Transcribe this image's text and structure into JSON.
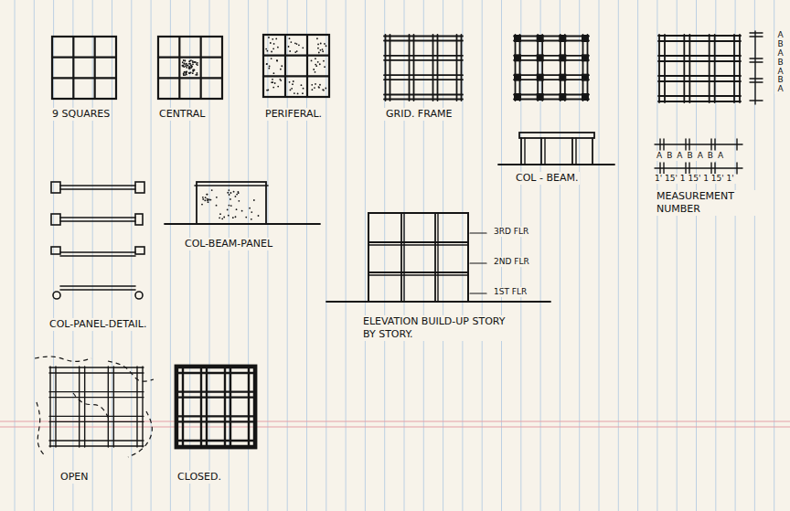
{
  "diagram": {
    "labels": [
      "9 SQUARES",
      "CENTRAL",
      "PERIFERAL.",
      "GRID. FRAME",
      "ABABABA",
      "COL - BEAM.",
      "ABABABA",
      "1' 15' 1 15' 1 15' 1'",
      "MEASUREMENT NUMBER",
      "COL-BEAM-PANEL",
      "3RD FLR",
      "2ND FLR",
      "1ST FLR",
      "ELEVATION BUILD-UP STORY BY STORY.",
      "COL-PANEL-DETAIL.",
      "OPEN",
      "CLOSED."
    ]
  }
}
